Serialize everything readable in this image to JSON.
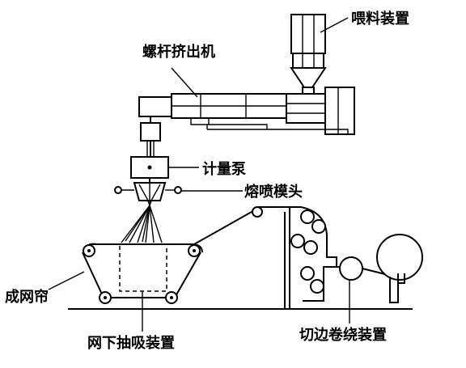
{
  "labels": {
    "feeder": "喂料装置",
    "extruder": "螺杆挤出机",
    "meter_pump": "计量泵",
    "meltblown_die": "熔喷模头",
    "forming_belt": "成网帘",
    "suction": "网下抽吸装置",
    "edge_winder": "切边卷绕装置"
  }
}
